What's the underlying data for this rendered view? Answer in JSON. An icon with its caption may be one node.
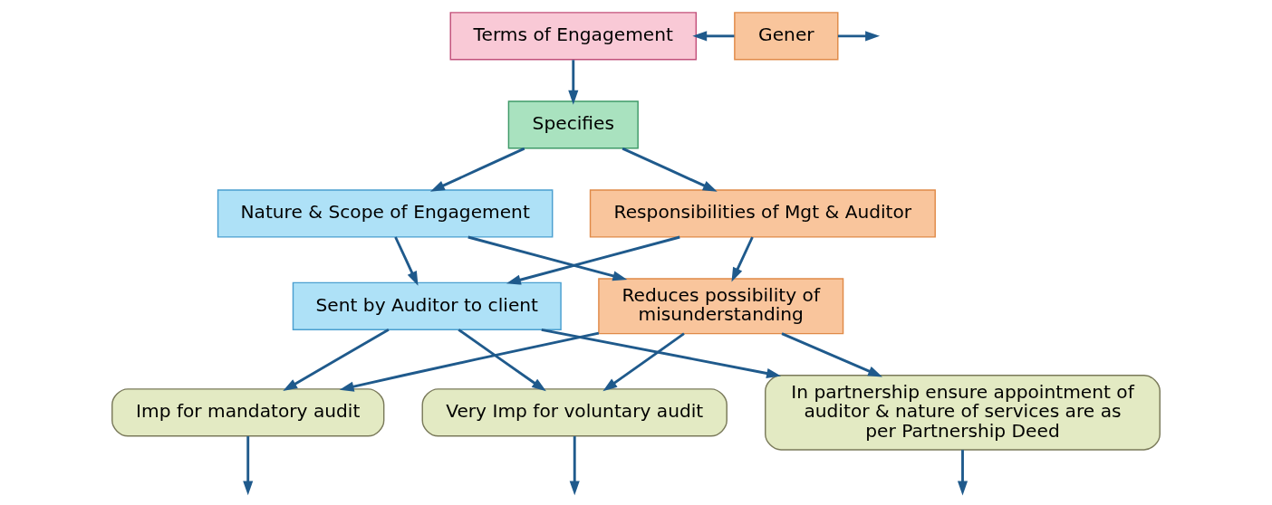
{
  "diagram": {
    "nodes": [
      {
        "text": [
          "Terms of Engagement"
        ]
      },
      {
        "text": [
          "Specifies"
        ]
      },
      {
        "text": [
          "Nature & Scope of Engagement"
        ]
      },
      {
        "text": [
          "Responsibilities of Mgt & Auditor"
        ]
      },
      {
        "text": [
          "Sent by Auditor to client"
        ]
      },
      {
        "text": [
          "Reduces possibility of misunderstanding"
        ]
      },
      {
        "text": [
          "Imp for mandatory audit"
        ]
      },
      {
        "text": [
          "Very Imp for voluntary audit"
        ]
      },
      {
        "text": [
          "In partnership ensure appointment of auditor & nature of services are as per Partnership Deed"
        ]
      },
      {
        "text": [
          "Gener"
        ]
      }
    ],
    "edges": [
      {
        "from": 0,
        "to": 1,
        "arrow": "to"
      },
      {
        "from": 1,
        "to": 2,
        "arrow": "to"
      },
      {
        "from": 1,
        "to": 3,
        "arrow": "to"
      },
      {
        "from": 2,
        "to": 4,
        "arrow": "to"
      },
      {
        "from": 2,
        "to": 5,
        "arrow": "to"
      },
      {
        "from": 3,
        "to": 4,
        "arrow": "to"
      },
      {
        "from": 3,
        "to": 5,
        "arrow": "to"
      },
      {
        "from": 4,
        "to": 6,
        "arrow": "to"
      },
      {
        "from": 4,
        "to": 7,
        "arrow": "to"
      },
      {
        "from": 4,
        "to": 8,
        "arrow": "to"
      },
      {
        "from": 5,
        "to": 6,
        "arrow": "to"
      },
      {
        "from": 5,
        "to": 7,
        "arrow": "to"
      },
      {
        "from": 5,
        "to": 8,
        "arrow": "to"
      },
      {
        "from": 6,
        "to": null,
        "arrow": "to"
      },
      {
        "from": 7,
        "to": null,
        "arrow": "to"
      },
      {
        "from": 8,
        "to": null,
        "arrow": "to"
      },
      {
        "from": 9,
        "to": 0,
        "arrow": "to"
      },
      {
        "from": 9,
        "to": null,
        "arrow": "to"
      }
    ]
  }
}
